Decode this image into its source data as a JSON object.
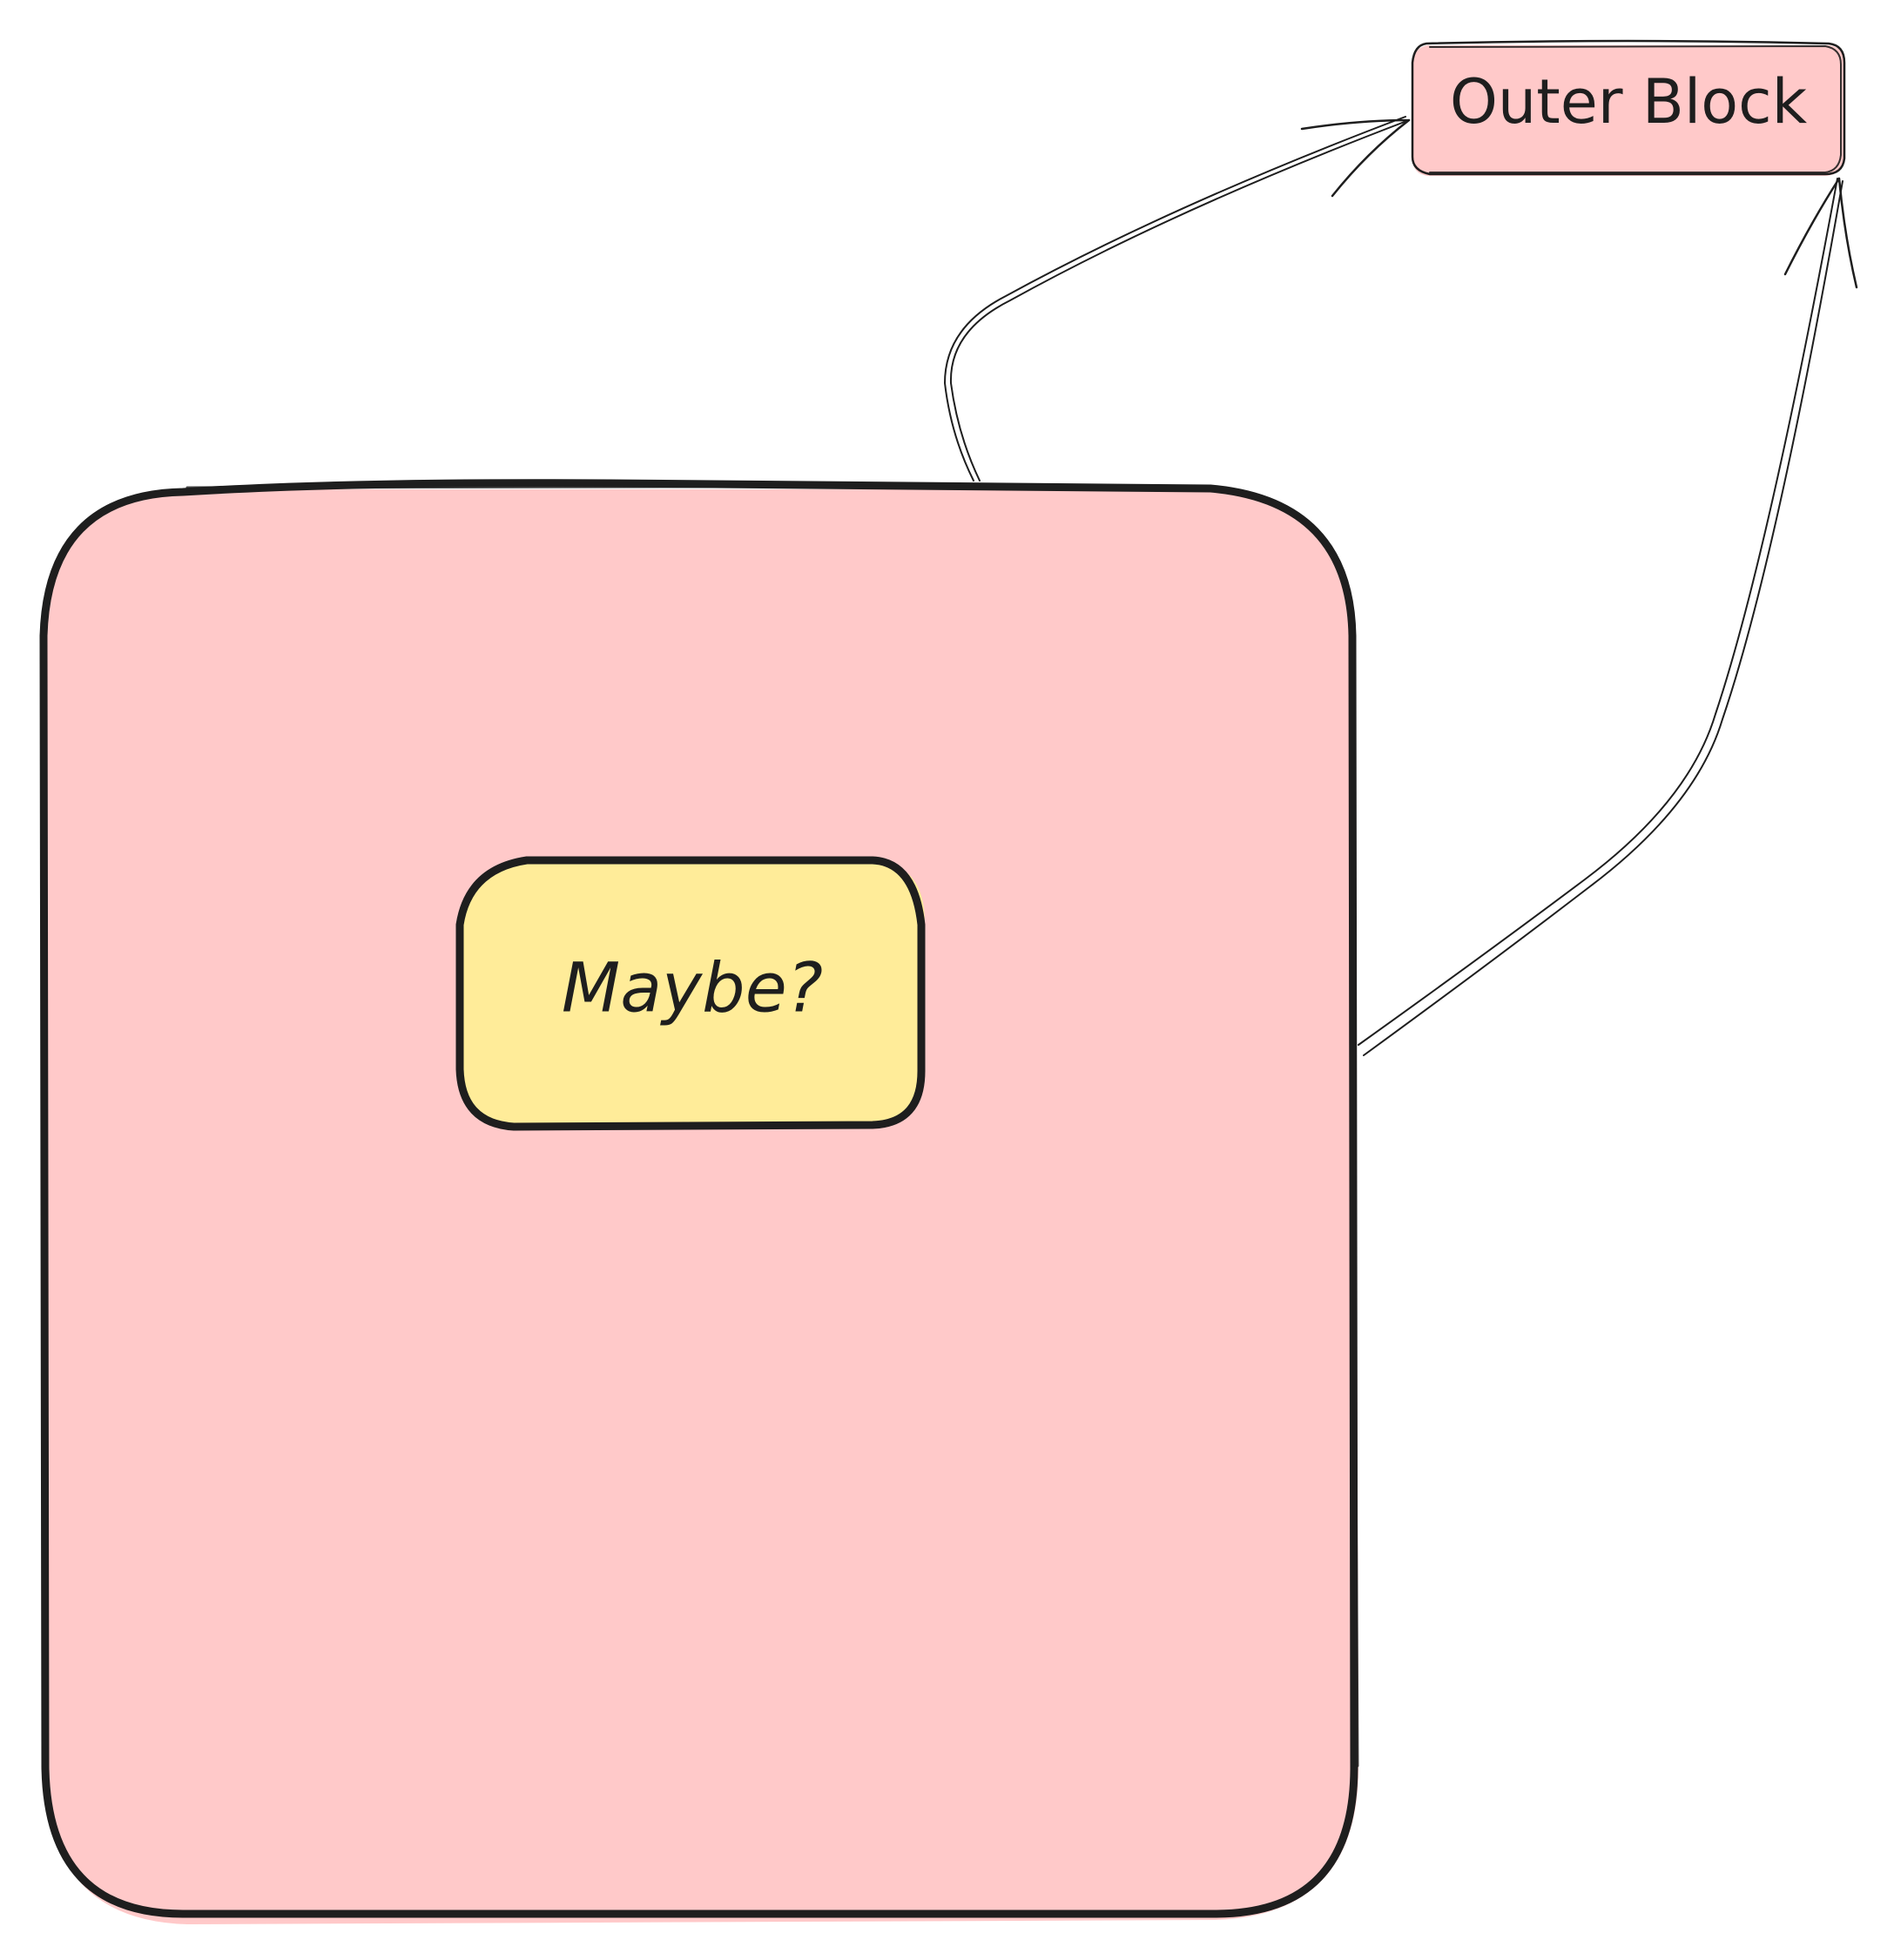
{
  "diagram": {
    "nodes": [
      {
        "id": "outer-block",
        "label": "Outer Block",
        "fill": "#ffc9c9",
        "stroke": "#1e1e1e"
      },
      {
        "id": "large-container",
        "label": "",
        "fill": "#ffc9c9",
        "stroke": "#1e1e1e"
      },
      {
        "id": "maybe-node",
        "label": "Maybe?",
        "fill": "#ffec99",
        "stroke": "#1e1e1e"
      }
    ],
    "edges": [
      {
        "from": "large-container",
        "to": "outer-block",
        "style": "curved-arrow"
      },
      {
        "from": "large-container",
        "to": "outer-block",
        "style": "curved-arrow"
      }
    ],
    "colors": {
      "pink": "#ffc9c9",
      "yellow": "#ffec99",
      "stroke": "#1e1e1e",
      "background": "#ffffff"
    }
  }
}
